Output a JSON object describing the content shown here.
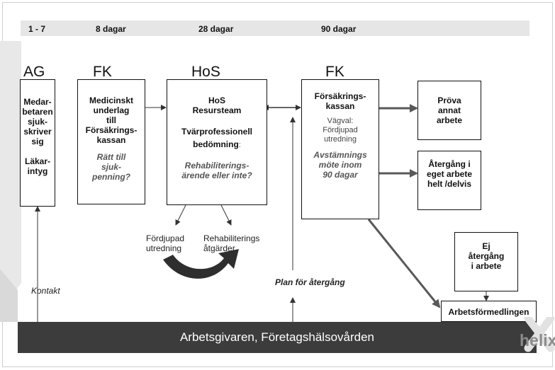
{
  "timeline": [
    "1 - 7",
    "8 dagar",
    "28 dagar",
    "90 dagar"
  ],
  "actors": [
    "AG",
    "FK",
    "HoS",
    "FK"
  ],
  "boxes": {
    "ag": {
      "title": "Medar-\nbetaren\nsjuk-\nskriver\nsig",
      "sub": "Läkar-\nintyg"
    },
    "fk1": {
      "title": "Medicinskt\nunderlag\ntill\nFörsäkrings-\nkassan",
      "italic": "Rätt till\nsjuk-\npenning?"
    },
    "hos": {
      "title": "HoS\nResursteam",
      "sub": "Tvärprofessionell\nbedömning",
      "colon": ":",
      "italic": "Rehabiliterings-\närende eller inte?"
    },
    "fk2": {
      "title": "Försäkrings-\nkassan",
      "normal": "Vägval:\nFördjupad\nutredning",
      "italic": "Avstämnings\nmöte inom\n90 dagar"
    },
    "prova": {
      "title": "Pröva\nannat\narbete"
    },
    "atergang": {
      "title": "Återgång i\neget arbete\nhelt /delvis"
    },
    "ej": {
      "title": "Ej\nåtergång\ni arbete"
    },
    "af": {
      "title": "Arbetsförmedlingen"
    }
  },
  "labels": {
    "fordjupad": "Fördjupad\nutredning",
    "rehab": "Rehabiliterings\nåtgärder",
    "plan": "Plan för återgång",
    "kontakt": "Kontakt"
  },
  "bottom_bar": "Arbetsgivaren, Företagshälsovården",
  "logo_text": "helix",
  "colors": {
    "accent": "#595959",
    "bar": "#3c3c3c",
    "timebar": "#e6e6e6"
  }
}
